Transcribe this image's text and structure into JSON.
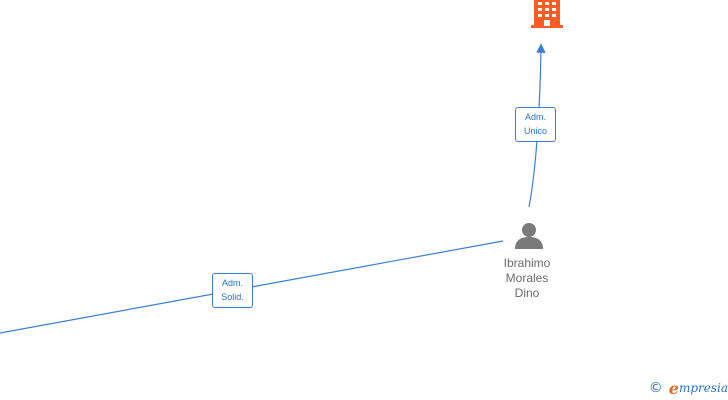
{
  "colors": {
    "edge": "#3b7fd4",
    "company": "#ff5b24",
    "person": "#7a7a7a",
    "brand_orange": "#e46a1d",
    "brand_blue": "#2a6fc9"
  },
  "nodes": {
    "company": {
      "icon": "building-icon"
    },
    "person": {
      "icon": "person-icon",
      "name_lines": [
        "Ibrahimo",
        "Morales",
        "Dino"
      ]
    }
  },
  "edges": [
    {
      "id": "edge-person-company",
      "label_lines": [
        "Adm.",
        "Unico"
      ]
    },
    {
      "id": "edge-left-person",
      "label_lines": [
        "Adm.",
        "Solid."
      ]
    }
  ],
  "footer": {
    "copyright_symbol": "©",
    "brand_initial": "e",
    "brand_rest": "mpresia"
  }
}
